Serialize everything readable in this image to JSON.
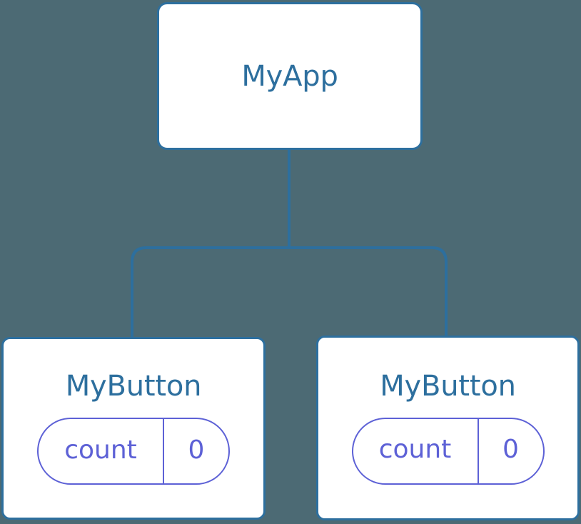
{
  "diagram": {
    "type": "component-tree",
    "background_color": "#4c6a74",
    "node_border_color": "#2d6f9e",
    "node_fill_color": "#ffffff",
    "node_title_color": "#2d6f9e",
    "state_badge_color": "#5d61d6",
    "edge_color": "#2d6f9e",
    "root": {
      "id": "node-app",
      "title": "MyApp"
    },
    "children": [
      {
        "id": "node-btn-left",
        "title": "MyButton",
        "state": {
          "key": "count",
          "value": "0"
        }
      },
      {
        "id": "node-btn-right",
        "title": "MyButton",
        "state": {
          "key": "count",
          "value": "0"
        }
      }
    ]
  }
}
